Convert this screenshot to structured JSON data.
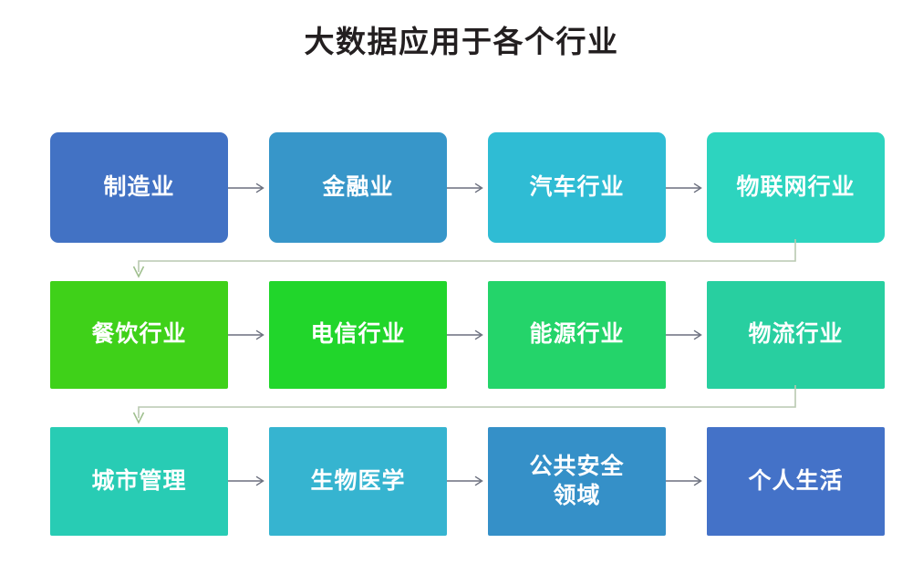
{
  "page": {
    "title": "大数据应用于各个行业",
    "background_color": "#ffffff",
    "title_color": "#231f20"
  },
  "diagram": {
    "type": "flowchart",
    "layout": "3 rows x 4 columns, serpentine left-to-right then wrap",
    "connector_color": "#b9c9b0",
    "arrow_color": "#6b6f7e",
    "rows": [
      {
        "row_index": 1,
        "corner_style": "rounded",
        "nodes": [
          {
            "label": "制造业",
            "color": "#4272c4",
            "order": 1
          },
          {
            "label": "金融业",
            "color": "#3796c9",
            "order": 2
          },
          {
            "label": "汽车行业",
            "color": "#2fbcd4",
            "order": 3
          },
          {
            "label": "物联网行业",
            "color": "#2dd4bf",
            "order": 4
          }
        ]
      },
      {
        "row_index": 2,
        "corner_style": "square",
        "nodes": [
          {
            "label": "餐饮行业",
            "color": "#3fd119",
            "order": 5
          },
          {
            "label": "电信行业",
            "color": "#21d62b",
            "order": 6
          },
          {
            "label": "能源行业",
            "color": "#24d46a",
            "order": 7
          },
          {
            "label": "物流行业",
            "color": "#28cfa0",
            "order": 8
          }
        ]
      },
      {
        "row_index": 3,
        "corner_style": "square",
        "nodes": [
          {
            "label": "城市管理",
            "color": "#28ccb4",
            "order": 9
          },
          {
            "label": "生物医学",
            "color": "#36b4d0",
            "order": 10
          },
          {
            "label": "公共安全\n领域",
            "color": "#3590c8",
            "order": 11,
            "line1": "公共安全",
            "line2": "领域"
          },
          {
            "label": "个人生活",
            "color": "#4472c8",
            "order": 12
          }
        ]
      }
    ],
    "arrows": {
      "horizontal_count": 9,
      "wrap_count": 2,
      "wrap_direction": "right-to-left, arrowhead pointing down into first node of next row"
    }
  }
}
